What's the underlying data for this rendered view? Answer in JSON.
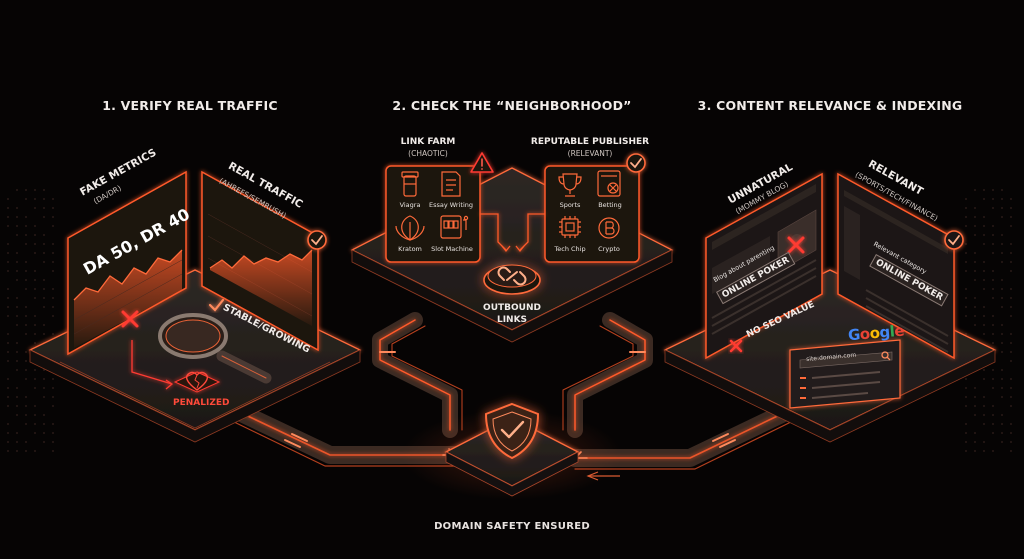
{
  "colors": {
    "background": "#060404",
    "accent": "#ff5a2a",
    "accent_soft": "#ff8a5c",
    "danger": "#ff3b30",
    "platform": "#2a2522",
    "platform_edge": "#ff6a3a",
    "text": "#f1ece9"
  },
  "sections": [
    {
      "title": "1. VERIFY REAL TRAFFIC",
      "panels": [
        {
          "heading": "FAKE METRICS",
          "subheading": "(DA/DR)",
          "value": "DA 50, DR 40",
          "icon": "x-mark-icon"
        },
        {
          "heading": "REAL TRAFFIC",
          "subheading": "(AHREFS/SEMRUSH)",
          "icon": "check-badge-icon"
        }
      ],
      "bad_result": "PENALIZED",
      "good_result": "STABLE/GROWING",
      "icons": [
        "magnifying-glass-icon",
        "broken-heart-icon"
      ]
    },
    {
      "title": "2. CHECK THE “NEIGHBORHOOD”",
      "link_farm": {
        "heading": "LINK FARM",
        "subheading": "(CHAOTIC)",
        "items": [
          {
            "label": "Viagra",
            "icon": "pill-bottle-icon"
          },
          {
            "label": "Essay Writing",
            "icon": "document-icon"
          },
          {
            "label": "Kratom",
            "icon": "leaf-icon"
          },
          {
            "label": "Slot Machine",
            "icon": "slot-machine-icon"
          }
        ],
        "icon": "warning-triangle-icon"
      },
      "publisher": {
        "heading": "REPUTABLE PUBLISHER",
        "subheading": "(RELEVANT)",
        "items": [
          {
            "label": "Sports",
            "icon": "trophy-icon"
          },
          {
            "label": "Betting",
            "icon": "betting-slip-icon"
          },
          {
            "label": "Tech Chip",
            "icon": "microchip-icon"
          },
          {
            "label": "Crypto",
            "icon": "bitcoin-icon"
          }
        ],
        "icon": "check-badge-icon"
      },
      "center_label": "OUTBOUND\nLINKS",
      "center_icon": "chain-link-icon"
    },
    {
      "title": "3. CONTENT RELEVANCE & INDEXING",
      "panels": [
        {
          "heading": "UNNATURAL",
          "subheading": "(MOMMY BLOG)",
          "caption": "Blog about parenting",
          "keyword": "ONLINE POKER",
          "icon": "x-mark-icon"
        },
        {
          "heading": "RELEVANT",
          "subheading": "(SPORTS/TECH/FINANCE)",
          "caption": "Relevant category",
          "keyword": "ONLINE POKER",
          "icon": "check-badge-icon"
        }
      ],
      "bad_result": "NO SEO VALUE",
      "search": {
        "logo": "Google",
        "query": "site:domain.com",
        "icon": "search-icon"
      }
    }
  ],
  "center": {
    "label": "DOMAIN SAFETY ENSURED",
    "icon": "shield-check-icon"
  }
}
